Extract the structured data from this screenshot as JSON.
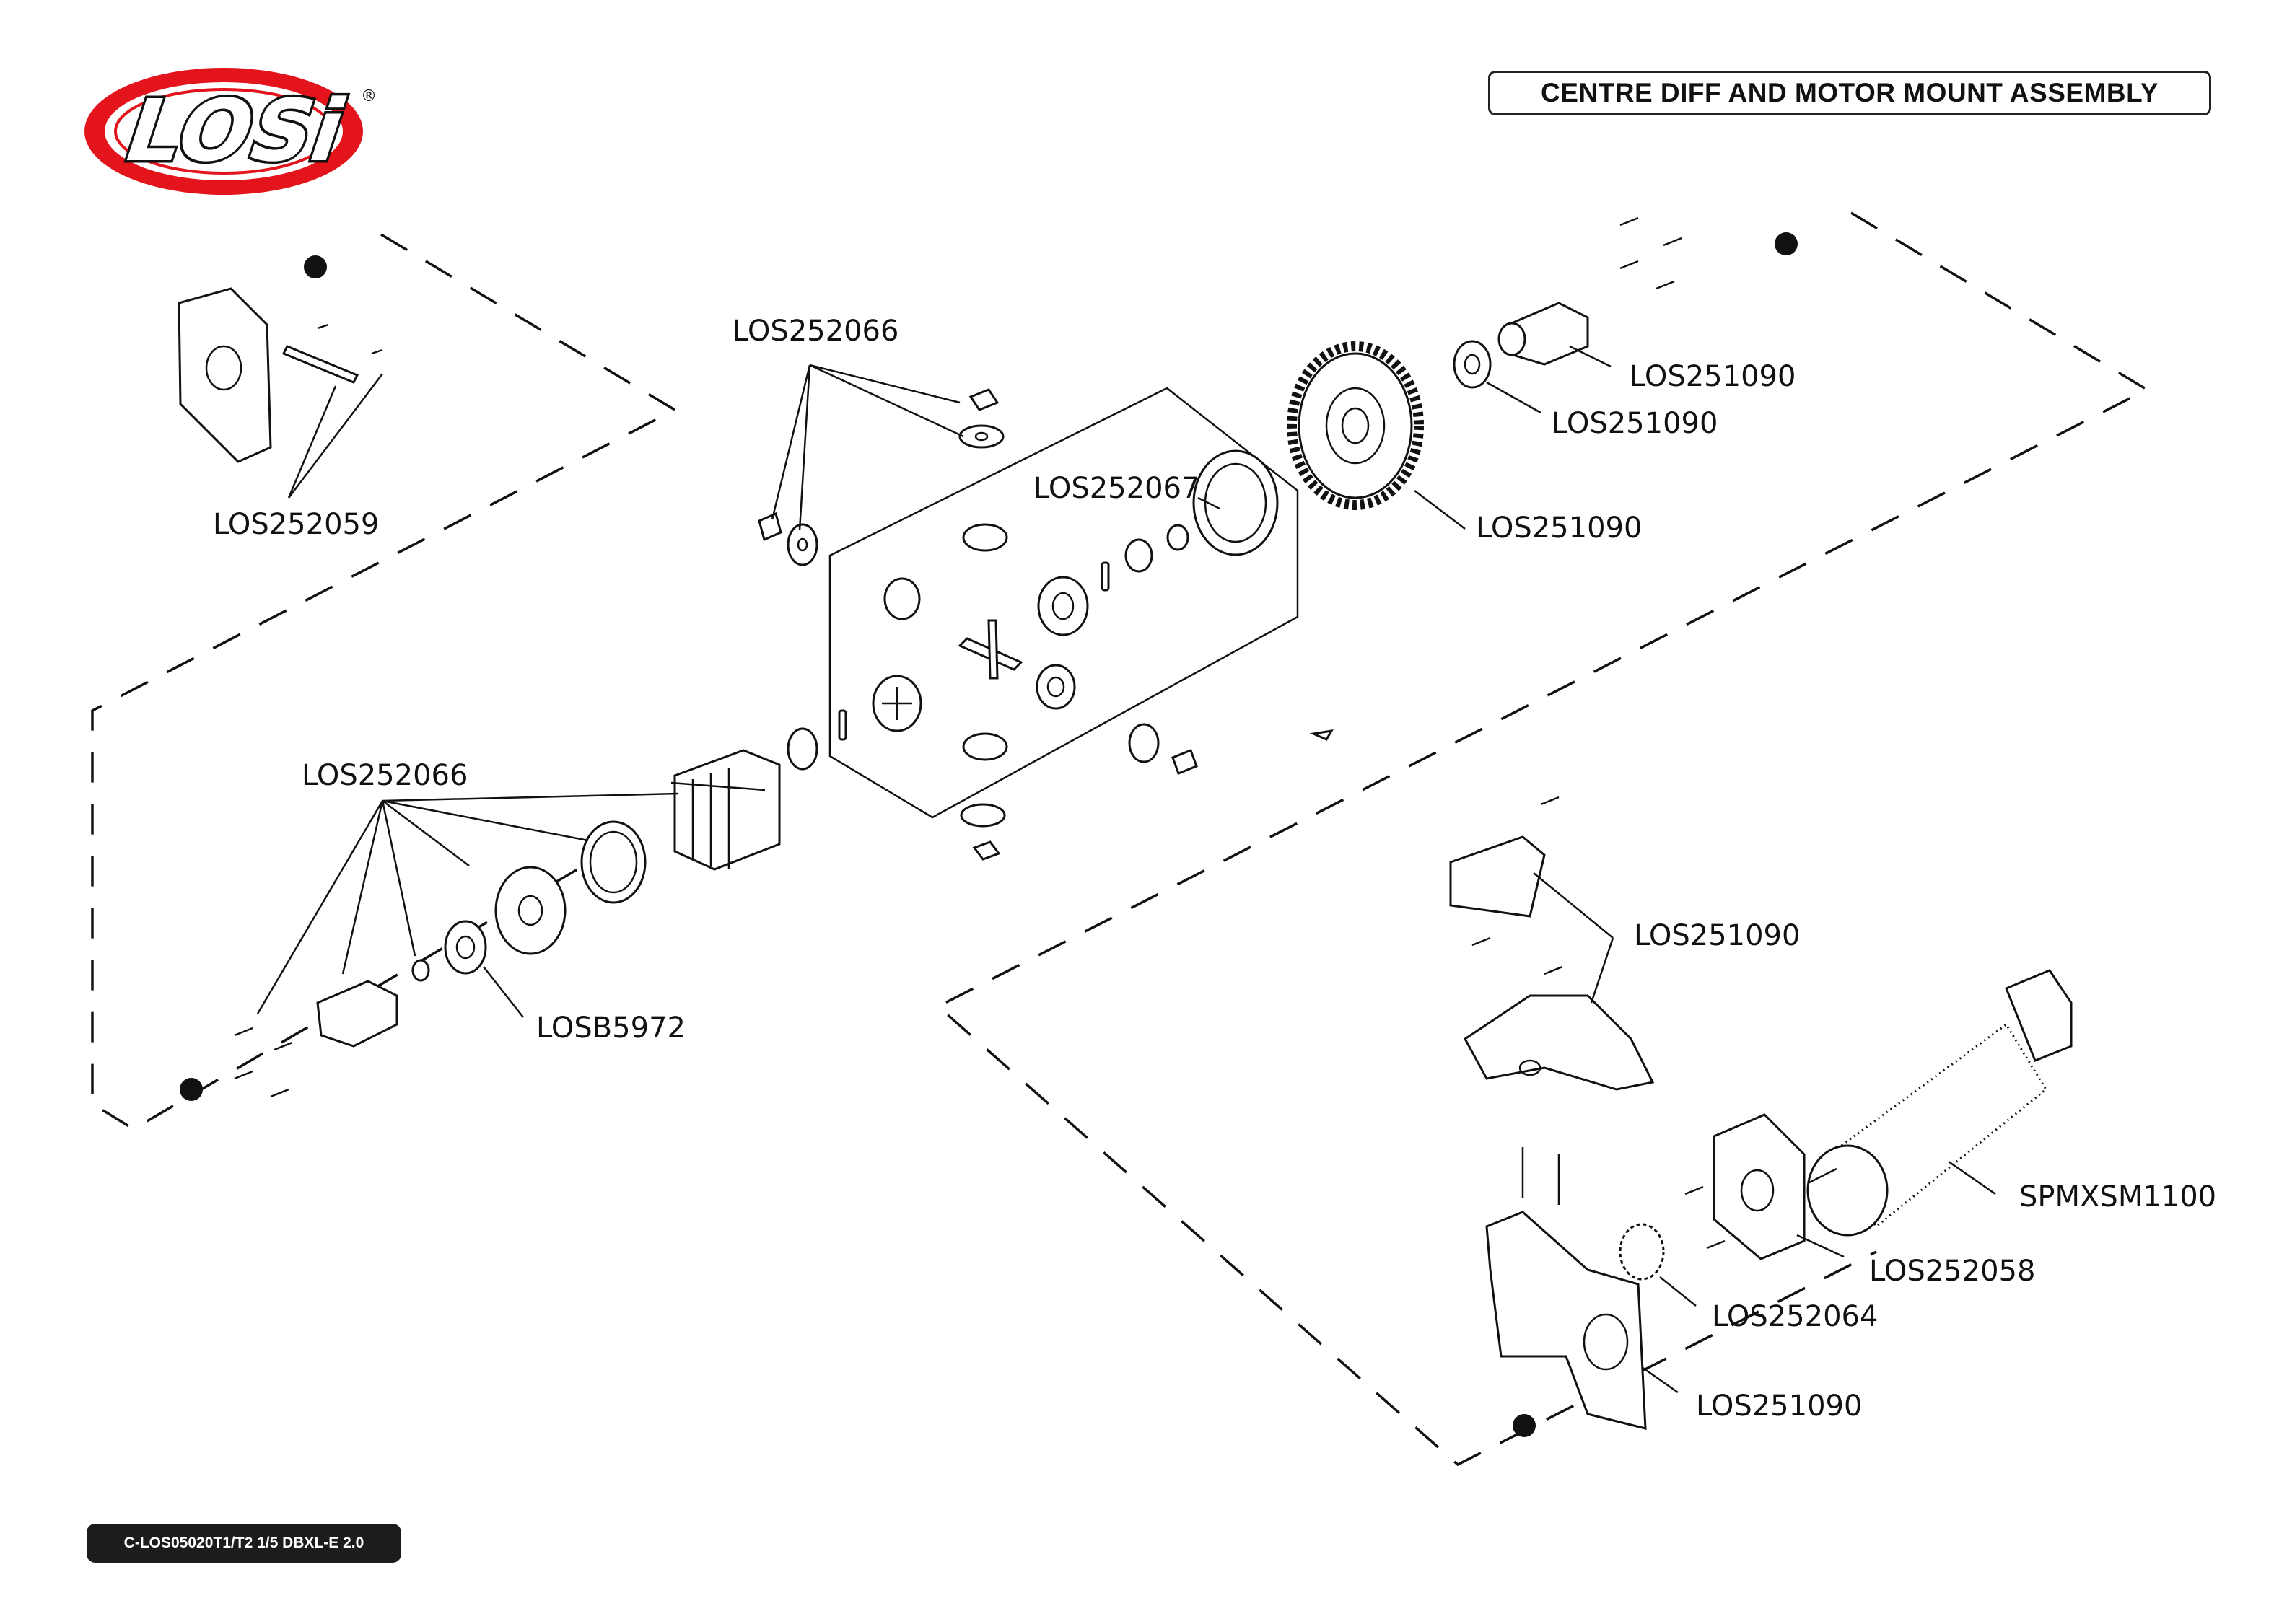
{
  "brand": {
    "logo_text": "LOSi",
    "registered_mark": "®",
    "colors": {
      "ring": "#e3141b",
      "outline": "#111111",
      "fill": "#ffffff"
    }
  },
  "header": {
    "title": "CENTRE DIFF AND MOTOR MOUNT ASSEMBLY"
  },
  "footer": {
    "code": "C-LOS05020T1/T2 1/5 DBXL-E 2.0"
  },
  "callouts": [
    {
      "id": "top-mount",
      "label": "LOS252059"
    },
    {
      "id": "diff-hardware-top",
      "label": "LOS252066"
    },
    {
      "id": "diff-gasket",
      "label": "LOS252067"
    },
    {
      "id": "outdrive-right",
      "label": "LOS251090"
    },
    {
      "id": "bearing-right",
      "label": "LOS251090"
    },
    {
      "id": "spur-gear",
      "label": "LOS251090"
    },
    {
      "id": "diff-hardware-left",
      "label": "LOS252066"
    },
    {
      "id": "bearing-left",
      "label": "LOSB5972"
    },
    {
      "id": "motor-plate-cover",
      "label": "LOS251090"
    },
    {
      "id": "motor",
      "label": "SPMXSM1100"
    },
    {
      "id": "motor-adapter",
      "label": "LOS252058"
    },
    {
      "id": "pinion",
      "label": "LOS252064"
    },
    {
      "id": "motor-mount",
      "label": "LOS251090"
    }
  ]
}
